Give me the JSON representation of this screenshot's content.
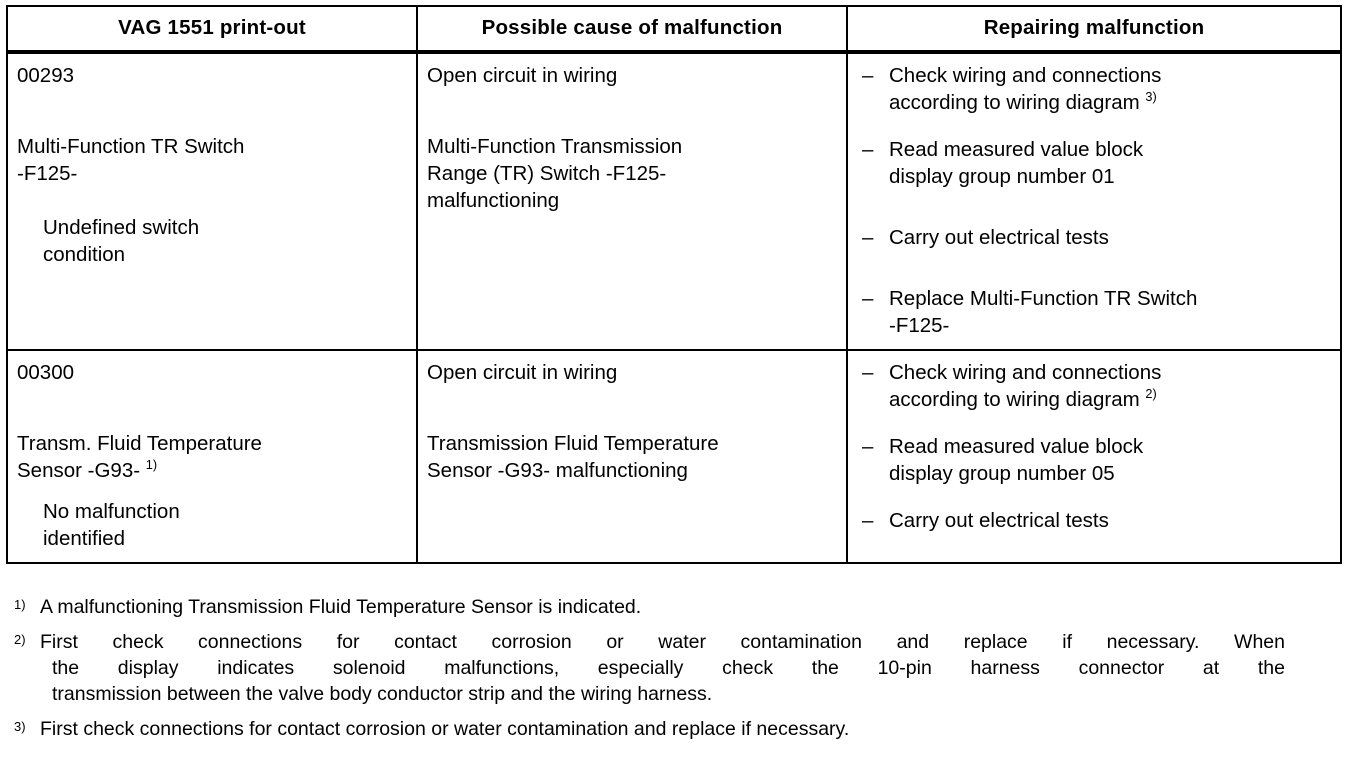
{
  "table": {
    "headers": [
      "VAG 1551 print-out",
      "Possible cause of malfunction",
      "Repairing malfunction"
    ],
    "rows": [
      {
        "printout": {
          "code": "00293",
          "component_line1": "Multi-Function TR Switch",
          "component_line2": "-F125-",
          "condition_line1": "Undefined switch",
          "condition_line2": "condition"
        },
        "cause": {
          "line1": "Open circuit in wiring",
          "detail_line1": "Multi-Function Transmission",
          "detail_line2": "Range (TR) Switch -F125-",
          "detail_line3": "malfunctioning"
        },
        "repairs": [
          {
            "dash": "–",
            "line1": "Check wiring and connections",
            "line2": "according to wiring diagram",
            "footnote": "3)"
          },
          {
            "dash": "–",
            "line1": "Read measured value block",
            "line2": "display group number 01",
            "footnote": ""
          },
          {
            "dash": "–",
            "line1": "Carry out electrical tests",
            "line2": "",
            "footnote": ""
          },
          {
            "dash": "–",
            "line1": "Replace Multi-Function TR Switch",
            "line2": "-F125-",
            "footnote": ""
          }
        ]
      },
      {
        "printout": {
          "code": "00300",
          "component_line1": "Transm. Fluid Temperature",
          "component_line2": "Sensor -G93-",
          "component_footnote": "1)",
          "condition_line1": "No malfunction",
          "condition_line2": "identified"
        },
        "cause": {
          "line1": "Open circuit in wiring",
          "detail_line1": "Transmission Fluid Temperature",
          "detail_line2": "Sensor -G93- malfunctioning",
          "detail_line3": ""
        },
        "repairs": [
          {
            "dash": "–",
            "line1": "Check wiring and connections",
            "line2": "according to wiring diagram",
            "footnote": "2)"
          },
          {
            "dash": "–",
            "line1": "Read measured value block",
            "line2": "display group number 05",
            "footnote": ""
          },
          {
            "dash": "–",
            "line1": "Carry out electrical tests",
            "line2": "",
            "footnote": ""
          }
        ]
      }
    ]
  },
  "footnotes": [
    {
      "marker": "1)",
      "text": "A malfunctioning Transmission Fluid Temperature Sensor is indicated."
    },
    {
      "marker": "2)",
      "line1": "First check connections for contact corrosion or water contamination and replace if necessary.  When",
      "line2": "the display indicates solenoid malfunctions, especially check the 10-pin harness connector at the",
      "line3": "transmission between the valve body conductor strip and the wiring harness."
    },
    {
      "marker": "3)",
      "text": "First check connections for contact corrosion or water contamination and replace if necessary."
    }
  ]
}
